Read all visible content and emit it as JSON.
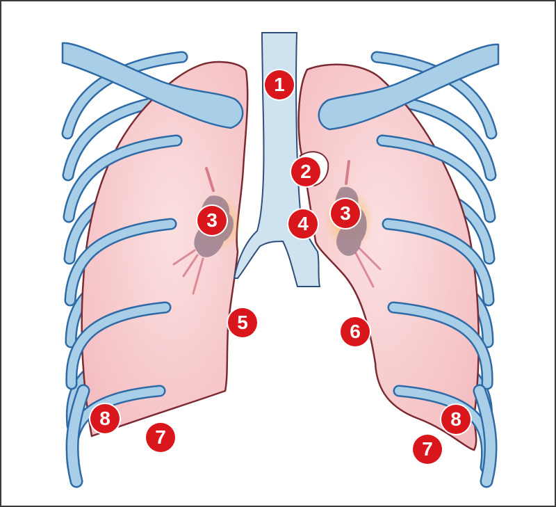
{
  "figure": {
    "markers": [
      {
        "id": "m1a",
        "label": "1"
      },
      {
        "id": "m2a",
        "label": "2"
      },
      {
        "id": "m3l",
        "label": "3"
      },
      {
        "id": "m3r",
        "label": "3"
      },
      {
        "id": "m4a",
        "label": "4"
      },
      {
        "id": "m5a",
        "label": "5"
      },
      {
        "id": "m6a",
        "label": "6"
      },
      {
        "id": "m7l",
        "label": "7"
      },
      {
        "id": "m7r",
        "label": "7"
      },
      {
        "id": "m8l",
        "label": "8"
      },
      {
        "id": "m8r",
        "label": "8"
      }
    ]
  },
  "colors": {
    "lung_fill": "#f7cbcd",
    "lung_outline": "#7a2a30",
    "bone_fill": "#a9cfe8",
    "bone_outline": "#2e6aa6",
    "trachea_fill": "#cfe2f0",
    "hilum_fill": "#9a7f8e",
    "hilum_glow": "#f2a93a",
    "marker_fill": "#d9161c"
  }
}
